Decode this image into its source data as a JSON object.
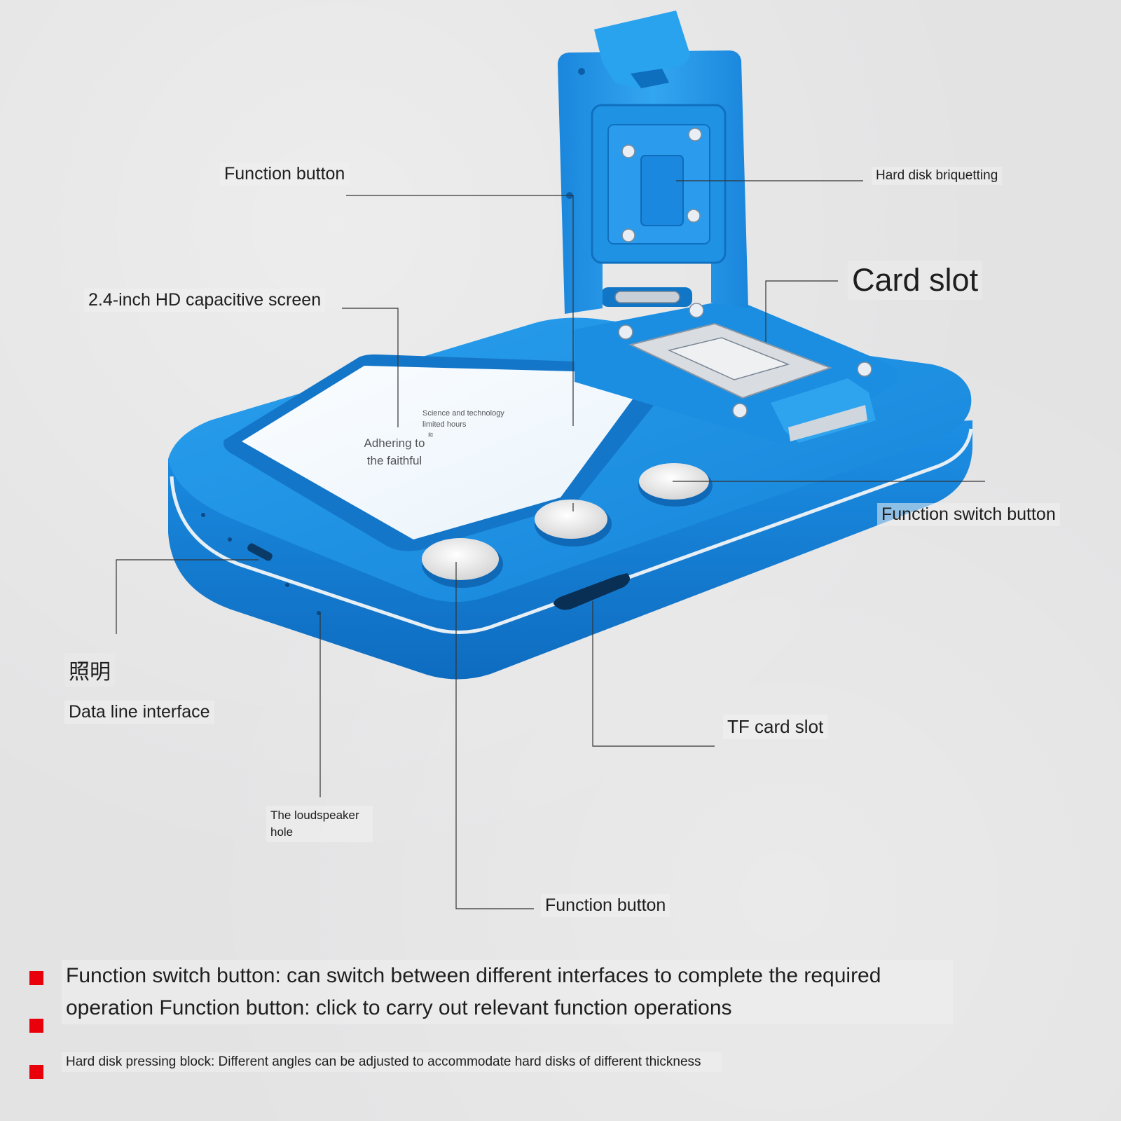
{
  "labels": {
    "function_button_top": "Function button",
    "hard_disk_briquetting": "Hard disk briquetting",
    "card_slot": "Card slot",
    "hd_screen": "2.4-inch HD capacitive screen",
    "function_switch_button": "Function switch button",
    "lighting": "照明",
    "data_line_interface": "Data line interface",
    "tf_card_slot": "TF card slot",
    "loudspeaker_hole": "The loudspeaker hole",
    "function_button_bottom": "Function button"
  },
  "screen": {
    "small_text": "Science and technology limited hours",
    "small_mark": "和",
    "main_text": "Adhering to the faithful"
  },
  "notes": [
    "Function switch button: can switch between different interfaces to complete the required operation Function button: click to carry out relevant function operations",
    "Hard disk pressing block: Different angles can be adjusted to accommodate hard disks of different thickness"
  ],
  "colors": {
    "device_blue": "#1a8fe0",
    "device_blue_dark": "#0f6fbf",
    "bullet_red": "#e8000a"
  }
}
